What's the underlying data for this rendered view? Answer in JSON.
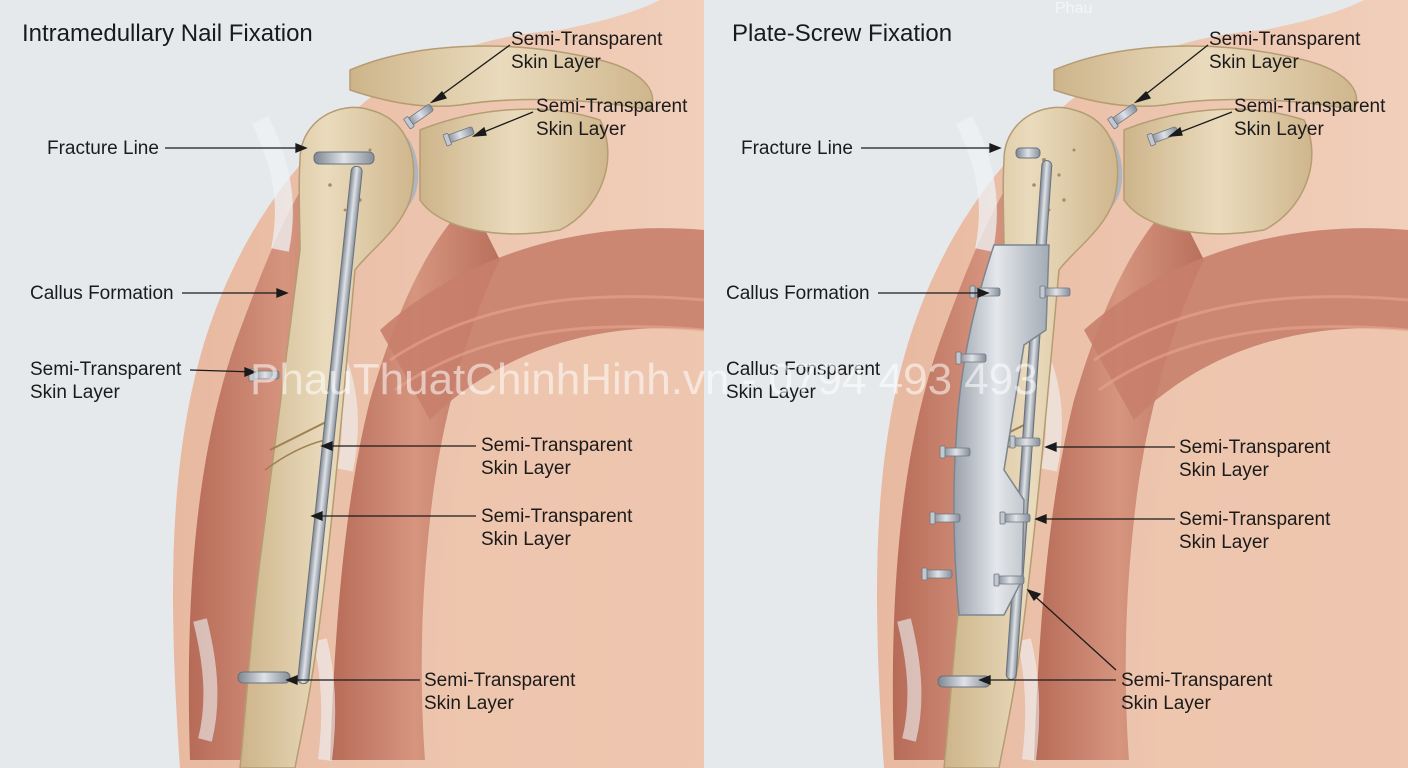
{
  "panels": [
    {
      "title": "Intramedullary Nail Fixation"
    },
    {
      "title": "Plate-Screw Fixation"
    }
  ],
  "labels": {
    "skin": "Semi-Transparent\nSkin Layer",
    "fracture": "Fracture Line",
    "callus": "Callus Formation",
    "overlap": "Callus Fonsparent\nSkin Layer"
  },
  "watermark": {
    "main": "PhauThuatChinhHinh.vn - 0794 493 493",
    "corner": "Phau"
  },
  "colors": {
    "background": "#e6e9ec",
    "bone": "#e3d2b0",
    "muscle": "#c98a74",
    "tendon": "#e4e8ee",
    "implant": "#a9b0b8"
  }
}
